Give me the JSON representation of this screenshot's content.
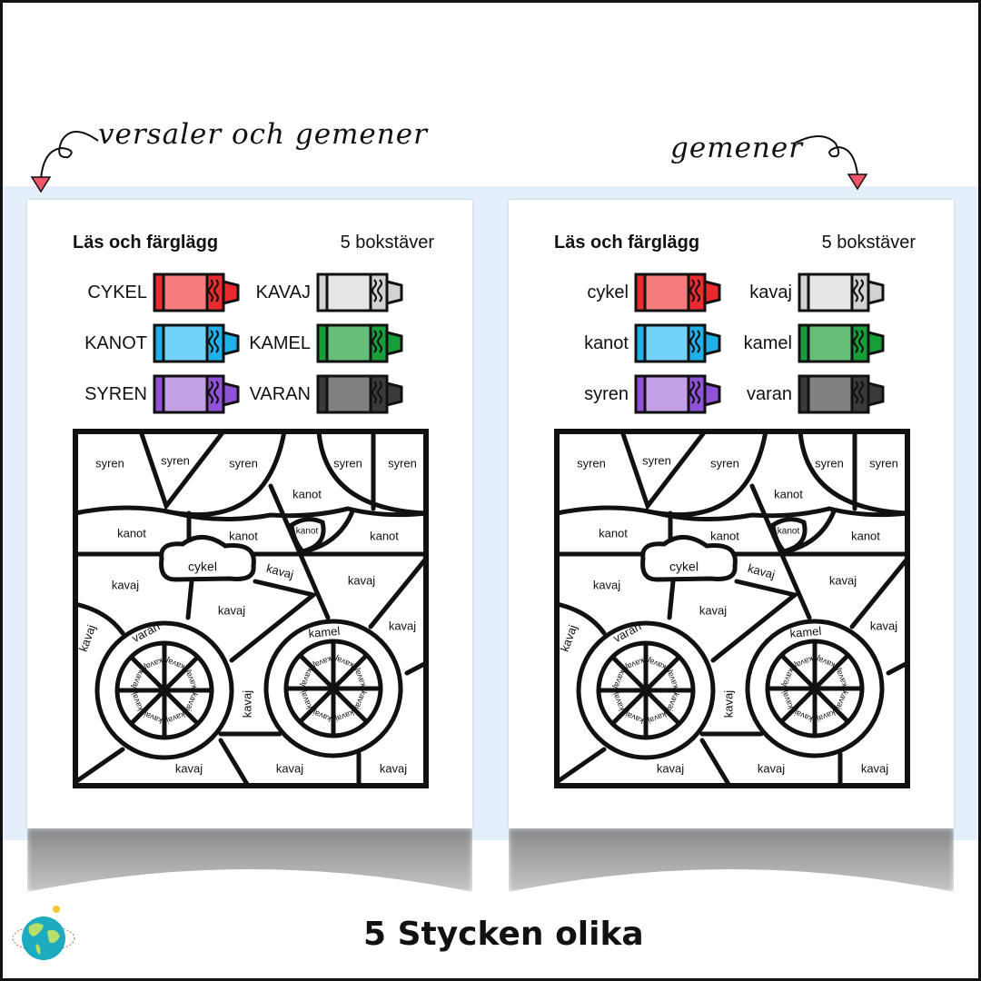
{
  "headers": {
    "left": "versaler och gemener",
    "right": "gemener"
  },
  "sheets": [
    {
      "title": "Läs och färglägg",
      "count": "5 bokstäver",
      "crayons": [
        {
          "word": "CYKEL",
          "light": "#f57b7d",
          "dark": "#e92b2f"
        },
        {
          "word": "KAVAJ",
          "light": "#e6e6e6",
          "dark": "#d2d2d2"
        },
        {
          "word": "KANOT",
          "light": "#72d2f8",
          "dark": "#1fb2ea"
        },
        {
          "word": "KAMEL",
          "light": "#66bf79",
          "dark": "#169e39"
        },
        {
          "word": "SYREN",
          "light": "#c29fe7",
          "dark": "#9052d7"
        },
        {
          "word": "VARAN",
          "light": "#808080",
          "dark": "#3a3a3a"
        }
      ],
      "regions": [
        "syren",
        "syren",
        "syren",
        "syren",
        "syren",
        "kanot",
        "kanot",
        "kanot",
        "kanot",
        "kanot",
        "cykel",
        "kavaj",
        "kavaj",
        "kavaj",
        "kavaj",
        "kavaj",
        "kavaj",
        "varan",
        "kamel",
        "kavaj",
        "kavaj",
        "kavaj",
        "kavaj"
      ],
      "spokes_left": [
        "kavaj",
        "kavaj",
        "kavaj",
        "kavaj",
        "kavaj",
        "kavaj",
        "kavaj",
        "kavaj"
      ],
      "spokes_right": [
        "kavaj",
        "kavaj",
        "kavaj",
        "kavaj",
        "kavaj",
        "kavaj",
        "kavaj",
        "kavaj"
      ]
    },
    {
      "title": "Läs och färglägg",
      "count": "5 bokstäver",
      "crayons": [
        {
          "word": "cykel",
          "light": "#f57b7d",
          "dark": "#e92b2f"
        },
        {
          "word": "kavaj",
          "light": "#e6e6e6",
          "dark": "#d2d2d2"
        },
        {
          "word": "kanot",
          "light": "#72d2f8",
          "dark": "#1fb2ea"
        },
        {
          "word": "kamel",
          "light": "#66bf79",
          "dark": "#169e39"
        },
        {
          "word": "syren",
          "light": "#c29fe7",
          "dark": "#9052d7"
        },
        {
          "word": "varan",
          "light": "#808080",
          "dark": "#3a3a3a"
        }
      ],
      "regions": [
        "syren",
        "syren",
        "syren",
        "syren",
        "syren",
        "kanot",
        "kanot",
        "kanot",
        "kanot",
        "kanot",
        "cykel",
        "kavaj",
        "kavaj",
        "kavaj",
        "kavaj",
        "kavaj",
        "kavaj",
        "varan",
        "kamel",
        "kavaj",
        "kavaj",
        "kavaj",
        "kavaj"
      ],
      "spokes_left": [
        "kavaj",
        "kavaj",
        "kavaj",
        "kavaj",
        "kavaj",
        "kavaj",
        "kavaj",
        "kavaj"
      ],
      "spokes_right": [
        "kavaj",
        "kavaj",
        "kavaj",
        "kavaj",
        "kavaj",
        "kavaj",
        "kavaj",
        "kavaj"
      ]
    }
  ],
  "footer": "5 Stycken olika",
  "colors": {
    "band": "#e4effb",
    "arrow": "#f0566a"
  }
}
